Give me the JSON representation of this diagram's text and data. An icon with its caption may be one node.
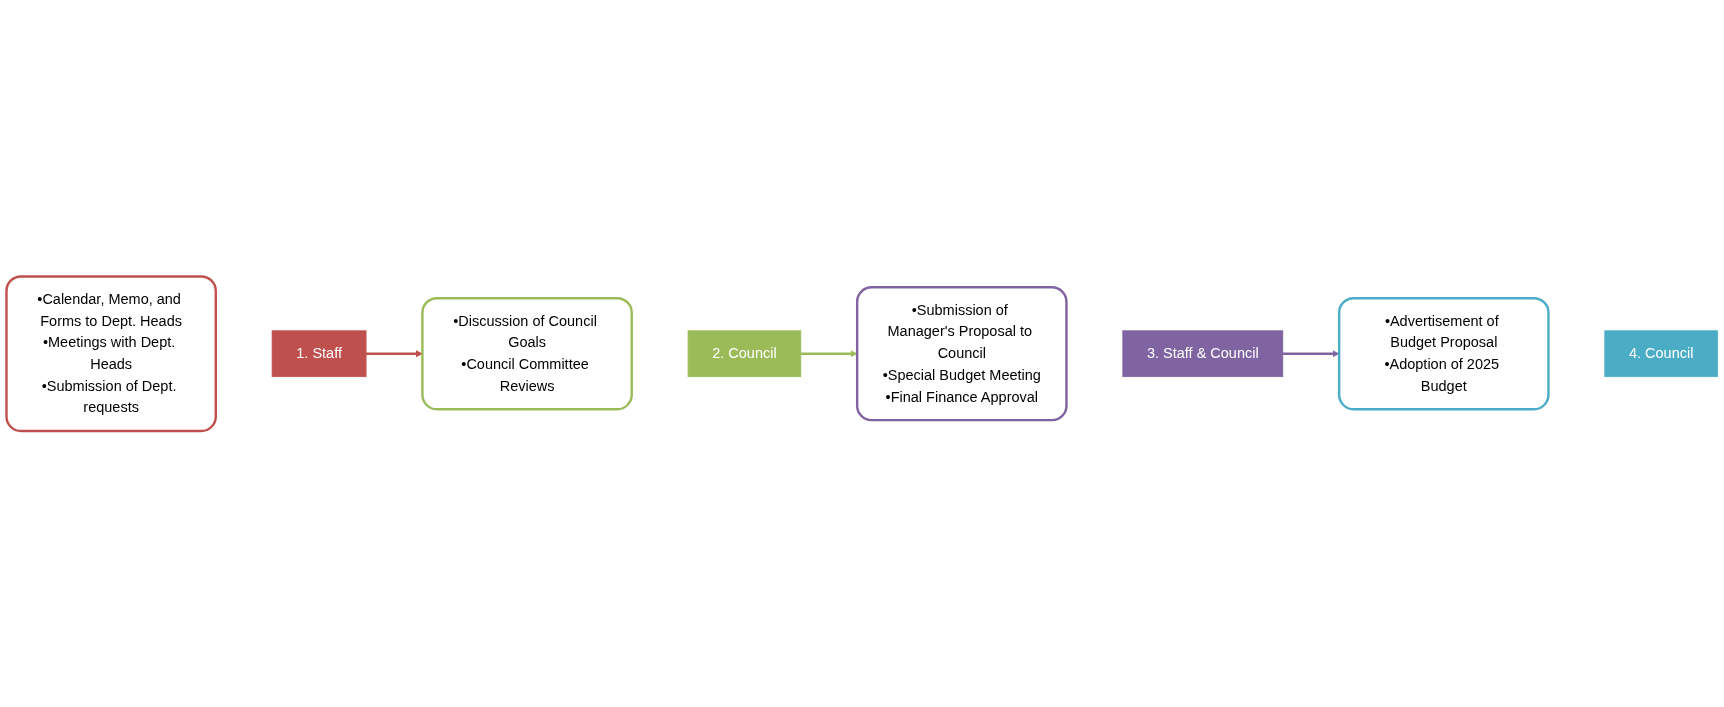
{
  "diagram": {
    "nodes": [
      {
        "text": [
          "•Calendar, Memo, and Forms to Dept. Heads",
          "•Meetings with Dept. Heads",
          "•Submission of Dept. requests"
        ]
      },
      {
        "text": [
          "1. Staff"
        ]
      },
      {
        "text": [
          "•Discussion of Council Goals",
          "•Council Committee Reviews"
        ]
      },
      {
        "text": [
          "2. Council"
        ]
      },
      {
        "text": [
          "•Submission of Manager's Proposal to Council",
          "•Special Budget Meeting",
          "•Final Finance Approval"
        ]
      },
      {
        "text": [
          "3. Staff & Council"
        ]
      },
      {
        "text": [
          "•Advertisement of Budget Proposal",
          "•Adoption of 2025 Budget"
        ]
      },
      {
        "text": [
          "4. Council"
        ]
      }
    ],
    "edges": [
      {
        "from": 1,
        "to": 2,
        "arrow": "to",
        "color": "#c0504d"
      },
      {
        "from": 3,
        "to": 4,
        "arrow": "to",
        "color": "#9bbb59"
      },
      {
        "from": 5,
        "to": 6,
        "arrow": "to",
        "color": "#8064a2"
      }
    ]
  }
}
